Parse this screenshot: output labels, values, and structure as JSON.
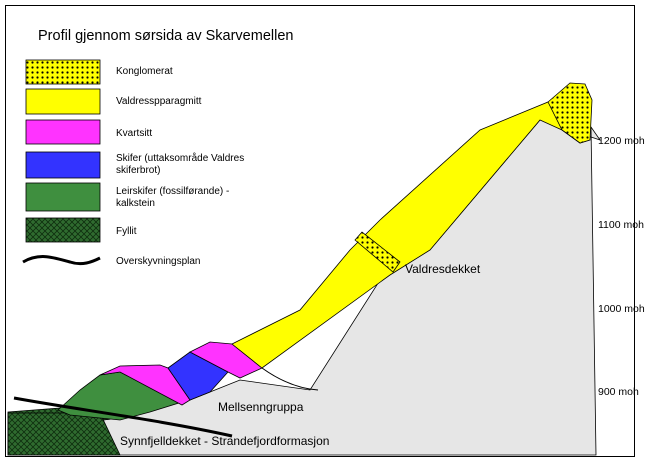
{
  "title": "Profil gjennom sørsida av Skarvemellen",
  "legend": [
    {
      "label": "Konglomerat",
      "color": "#ffff00",
      "pattern": "dots"
    },
    {
      "label": "Valdresspparagmitt",
      "color": "#ffff00",
      "pattern": "solid"
    },
    {
      "label": "Kvartsitt",
      "color": "#ff33ff",
      "pattern": "solid"
    },
    {
      "label": "Skifer (uttaksområde Valdres skiferbrot)",
      "color": "#3333ff",
      "pattern": "solid"
    },
    {
      "label": "Leirskifer (fossilførande) - kalkstein",
      "color": "#3f8f3f",
      "pattern": "solid"
    },
    {
      "label": "Fyllit",
      "color": "#2f6b2f",
      "pattern": "cross-hatch"
    },
    {
      "label": "Overskyvningsplan",
      "color": "#000000",
      "pattern": "wavy-line"
    }
  ],
  "elevations": [
    "1200 moh",
    "1100 moh",
    "1000 moh",
    "900 moh"
  ],
  "units": {
    "valdresdekket": "Valdresdekket",
    "mellsenngruppa": "Mellsenngruppa",
    "synnfjell": "Synnfjelldekket - Strandefjordformasjon"
  },
  "colors": {
    "conglomerate": "#ffff00",
    "sandstone": "#ffff00",
    "quartzite": "#ff33ff",
    "slate": "#3333ff",
    "shale": "#3f8f3f",
    "phyllite": "#2f6b2f",
    "ground": "#e6e6e6"
  }
}
